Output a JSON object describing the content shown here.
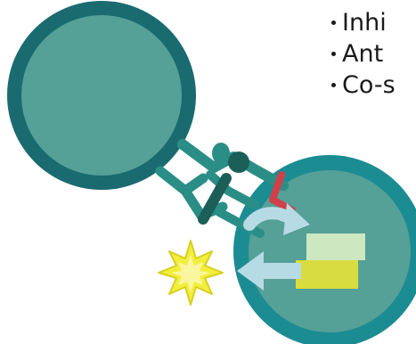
{
  "bullets": [
    {
      "text": "Inhi"
    },
    {
      "text": "Ant"
    },
    {
      "text": "Co-s"
    }
  ],
  "colors": {
    "cell_rim": "#1a6b70",
    "cell_fill": "#55a097",
    "right_cell_rim": "#1c8c93",
    "receptor_teal": "#2b8e86",
    "receptor_dark": "#1b5f58",
    "inhibition_red": "#d0404a",
    "arrow_light_blue": "#b7dbe4",
    "box_pale_green": "#cde8c0",
    "box_yellow": "#d9dc3e",
    "starburst_yellow": "#f2ee3c"
  }
}
